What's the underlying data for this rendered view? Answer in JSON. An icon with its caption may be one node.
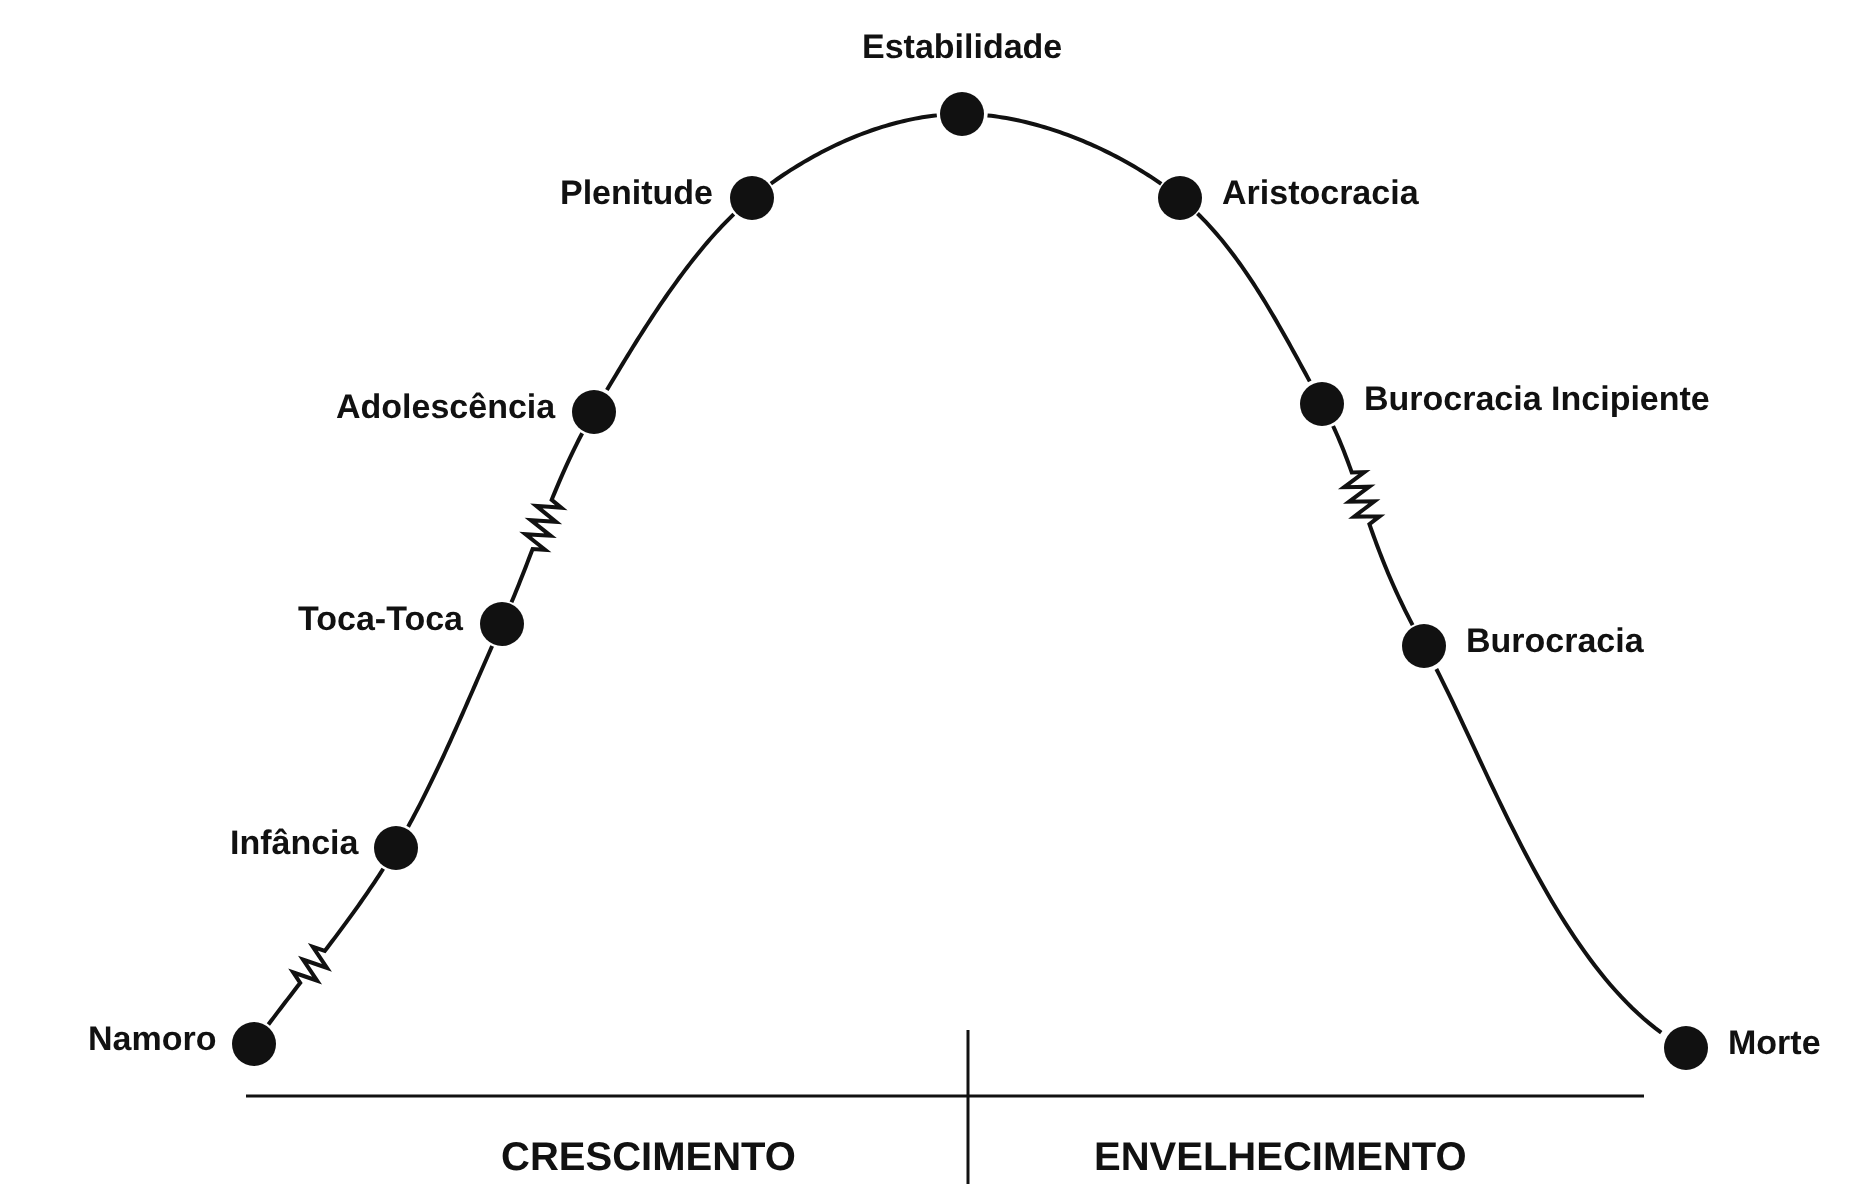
{
  "diagram": {
    "nodes": [
      {
        "text": [],
        "shape": "circle",
        "beside": [
          "Namoro"
        ]
      },
      {
        "text": [],
        "shape": "circle",
        "beside": [
          "Infância"
        ]
      },
      {
        "text": [],
        "shape": "circle",
        "beside": [
          "Toca-Toca"
        ]
      },
      {
        "text": [],
        "shape": "circle",
        "beside": [
          "Adolescência"
        ]
      },
      {
        "text": [],
        "shape": "circle",
        "beside": [
          "Plenitude"
        ]
      },
      {
        "text": [],
        "shape": "circle",
        "beside": [
          "Estabilidade"
        ]
      },
      {
        "text": [],
        "shape": "circle",
        "beside": [
          "Aristocracia"
        ]
      },
      {
        "text": [],
        "shape": "circle",
        "beside": [
          "Burocracia Incipiente"
        ]
      },
      {
        "text": [],
        "shape": "circle",
        "beside": [
          "Burocracia"
        ]
      },
      {
        "text": [],
        "shape": "circle",
        "beside": [
          "Morte"
        ]
      }
    ],
    "edges": [
      {
        "from": 0,
        "to": 1,
        "arrow": "none"
      },
      {
        "from": 1,
        "to": 2,
        "arrow": "none"
      },
      {
        "from": 2,
        "to": 3,
        "arrow": "none"
      },
      {
        "from": 3,
        "to": 4,
        "arrow": "none"
      },
      {
        "from": 4,
        "to": 5,
        "arrow": "none"
      },
      {
        "from": 5,
        "to": 6,
        "arrow": "none"
      },
      {
        "from": 6,
        "to": 7,
        "arrow": "none"
      },
      {
        "from": 7,
        "to": 8,
        "arrow": "none"
      },
      {
        "from": 8,
        "to": 9,
        "arrow": "none"
      }
    ],
    "labels": [
      "CRESCIMENTO",
      "ENVELHECIMENTO"
    ]
  }
}
